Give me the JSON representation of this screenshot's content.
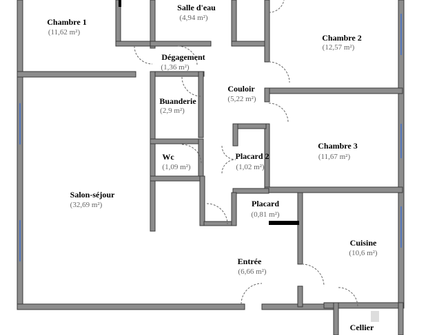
{
  "rooms": [
    {
      "id": "chambre1",
      "name": "Chambre 1",
      "area": "(11,62 m²)"
    },
    {
      "id": "salle_deau",
      "name": "Salle d'eau",
      "area": "(4,94 m²)"
    },
    {
      "id": "chambre2",
      "name": "Chambre 2",
      "area": "(12,57 m²)"
    },
    {
      "id": "degagement",
      "name": "Dégagement",
      "area": "(1,36 m²)"
    },
    {
      "id": "couloir",
      "name": "Couloir",
      "area": "(5,22 m²)"
    },
    {
      "id": "buanderie",
      "name": "Buanderie",
      "area": "(2,9 m²)"
    },
    {
      "id": "chambre3",
      "name": "Chambre 3",
      "area": "(11,67 m²)"
    },
    {
      "id": "wc",
      "name": "Wc",
      "area": "(1,09 m²)"
    },
    {
      "id": "placard2",
      "name": "Placard 2",
      "area": "(1,02 m²)"
    },
    {
      "id": "salon",
      "name": "Salon-séjour",
      "area": "(32,69 m²)"
    },
    {
      "id": "placard",
      "name": "Placard",
      "area": "(0,81 m²)"
    },
    {
      "id": "cuisine",
      "name": "Cuisine",
      "area": "(10,6 m²)"
    },
    {
      "id": "entree",
      "name": "Entrée",
      "area": "(6,66 m²)"
    },
    {
      "id": "cellier",
      "name": "Cellier",
      "area": ""
    }
  ],
  "colors": {
    "wall_fill": "#8c8c8c",
    "wall_outline": "#3a3a3a",
    "window": "#5577bb",
    "label": "#000000",
    "area": "#666666"
  }
}
